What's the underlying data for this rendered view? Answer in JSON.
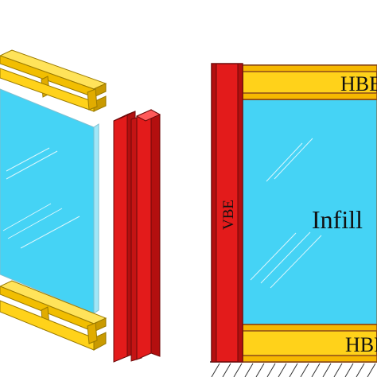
{
  "diagram": {
    "labels": {
      "vbe": "VBE",
      "hbe_top": "HBE",
      "hbe_bottom": "HBE",
      "infill": "Infill"
    },
    "colors": {
      "beam_yellow": "#FFD21A",
      "beam_yellow_dark": "#E1AC00",
      "beam_orange_flange": "#F6B800",
      "column_red": "#E31B1B",
      "column_red_dark": "#B30F0F",
      "glass_blue": "#45D3F5",
      "glass_edge": "#9FE7F8",
      "outline_brown": "#8A4B1A",
      "label_text": "#111111",
      "ground_hatch": "#333333"
    }
  }
}
